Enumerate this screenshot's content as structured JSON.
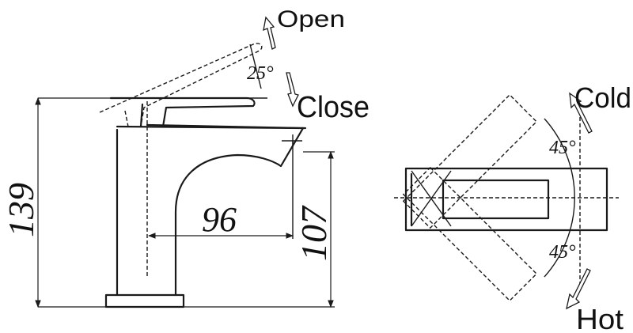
{
  "labels": {
    "open": "Open",
    "close": "Close",
    "cold": "Cold",
    "hot": "Hot"
  },
  "dimensions": {
    "handle_angle": "25°",
    "height_total": "139",
    "spout_reach": "96",
    "spout_height": "107",
    "cold_angle": "45°",
    "hot_angle": "45°"
  }
}
